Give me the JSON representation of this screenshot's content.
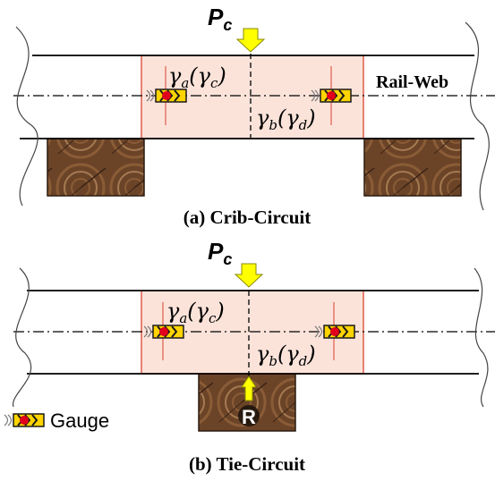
{
  "colors": {
    "zone_fill": "#fbe3da",
    "zone_stroke": "#e05c4a",
    "load_arrow": "#ffff00",
    "reaction_arrow": "#ffff00",
    "gauge_body": "#ffd400",
    "gauge_dot": "#e0001b",
    "wood_dark": "#4a2f1c",
    "wood_light": "#a57a52"
  },
  "panel_a": {
    "load": {
      "symbol": "P",
      "subscript": "c"
    },
    "strain_top": {
      "main": "γ",
      "sub": "a",
      "paren_main": "γ",
      "paren_sub": "c"
    },
    "strain_bottom": {
      "main": "γ",
      "sub": "b",
      "paren_main": "γ",
      "paren_sub": "d"
    },
    "rail_web_label": "Rail-Web",
    "caption": "(a) Crib-Circuit"
  },
  "panel_b": {
    "load": {
      "symbol": "P",
      "subscript": "c"
    },
    "strain_top": {
      "main": "γ",
      "sub": "a",
      "paren_main": "γ",
      "paren_sub": "c"
    },
    "strain_bottom": {
      "main": "γ",
      "sub": "b",
      "paren_main": "γ",
      "paren_sub": "d"
    },
    "reaction_label": "R",
    "caption": "(b) Tie-Circuit"
  },
  "legend": {
    "gauge_label": "Gauge",
    "gauge_icon": "strain-gauge-icon"
  }
}
